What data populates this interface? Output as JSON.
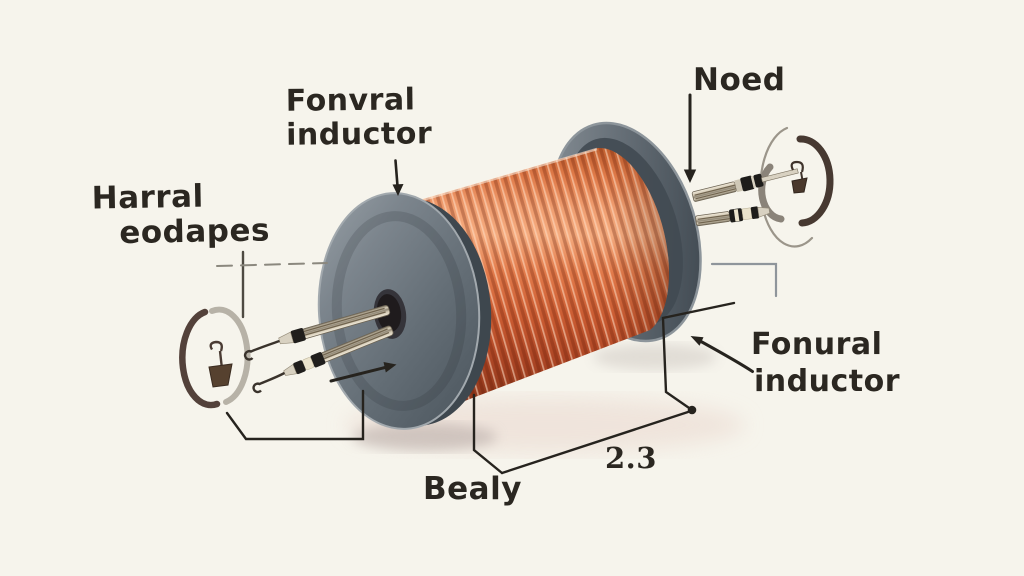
{
  "figure": {
    "type": "labeled-illustration",
    "subject": "copper wire inductor coil wound on a gray spool with lead pins and wire loops",
    "parts": [
      "coil-winding",
      "left-flange",
      "right-flange",
      "spool-hole",
      "left-lead-pins",
      "right-lead-pins",
      "left-wire-loop",
      "right-wire-loop",
      "hook-weights"
    ]
  },
  "colors": {
    "background": "#f6f4ec",
    "copper": "#d96f42",
    "copper_highlight": "#f3a77c",
    "copper_shadow": "#8e3a20",
    "flange_gray": "#6e777e",
    "flange_dark": "#454e55",
    "line_black": "#26231e",
    "line_gray": "#8b8a80",
    "text": "#2b2721"
  },
  "labels": {
    "top_coil": {
      "line1": "Fonvral",
      "line2": "inductor"
    },
    "node": {
      "text": "Noed"
    },
    "left_leads": {
      "line1": "Harral",
      "line2": "eodapes"
    },
    "right_core": {
      "line1": "Fonural",
      "line2": "inductor"
    },
    "body": {
      "text": "Bealy"
    },
    "dimension": {
      "value": "2.3"
    }
  },
  "icons": {
    "left_loop": "wire-loop-icon",
    "right_loop": "wire-loop-icon",
    "left_hook": "hook-weight-icon",
    "right_hook": "hook-weight-icon",
    "arrows": "leader-arrow-icon"
  }
}
